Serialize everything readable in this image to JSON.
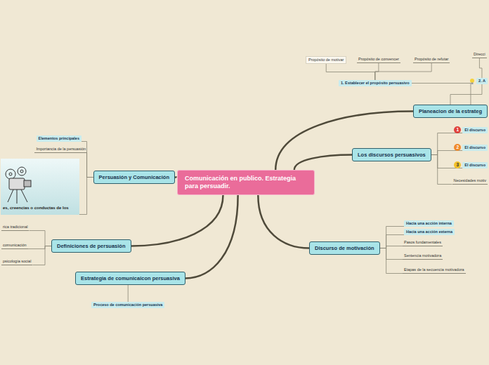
{
  "diagram": {
    "nodes": [
      {
        "text": [
          "Comunicación en publico. Estrategia para persuadir."
        ]
      },
      {
        "text": [
          "Persuasión y Comunicación"
        ]
      },
      {
        "text": [
          "Elementos principales"
        ]
      },
      {
        "text": [
          "Importancia de la persuasión"
        ]
      },
      {
        "text": [
          "es, creencias o conductas de los"
        ]
      },
      {
        "text": [
          "Definiciones de persuasión"
        ]
      },
      {
        "text": [
          "rica tradicional"
        ]
      },
      {
        "text": [
          "comunicación"
        ]
      },
      {
        "text": [
          "psicología social"
        ]
      },
      {
        "text": [
          "Estrategia de comunicaicon persuasiva"
        ]
      },
      {
        "text": [
          "Proceso de comunicación persuasiva"
        ]
      },
      {
        "text": [
          "Planeacion de la estrateg"
        ]
      },
      {
        "text": [
          "1. Establecer el propósito persuasivo"
        ]
      },
      {
        "text": [
          "Propósito de motivar"
        ]
      },
      {
        "text": [
          "Propósito de convencer"
        ]
      },
      {
        "text": [
          "Propósito de refutar"
        ]
      },
      {
        "text": [
          "2. A"
        ]
      },
      {
        "text": [
          "Direcci"
        ]
      },
      {
        "text": [
          "Los discursos persuasivos"
        ]
      },
      {
        "text": [
          "El discurso"
        ]
      },
      {
        "text": [
          "El discurso"
        ]
      },
      {
        "text": [
          "El discurso"
        ]
      },
      {
        "text": [
          "Necesidades motiv"
        ]
      },
      {
        "text": [
          "Discurso de motivación"
        ]
      },
      {
        "text": [
          "Hacia una acción interna"
        ]
      },
      {
        "text": [
          "Hacia una acción externa"
        ]
      },
      {
        "text": [
          "Pasos fundamentales"
        ]
      },
      {
        "text": [
          "Sentencia motivadora"
        ]
      },
      {
        "text": [
          "Etapas de la secuencia motivadora"
        ]
      }
    ],
    "edges": [
      {
        "from": 0,
        "to": 1,
        "arrow": "none"
      },
      {
        "from": 1,
        "to": 2,
        "arrow": "none"
      },
      {
        "from": 1,
        "to": 3,
        "arrow": "none"
      },
      {
        "from": 1,
        "to": 4,
        "arrow": "none"
      },
      {
        "from": 0,
        "to": 5,
        "arrow": "none"
      },
      {
        "from": 5,
        "to": 6,
        "arrow": "none"
      },
      {
        "from": 5,
        "to": 7,
        "arrow": "none"
      },
      {
        "from": 5,
        "to": 8,
        "arrow": "none"
      },
      {
        "from": 0,
        "to": 9,
        "arrow": "none"
      },
      {
        "from": 9,
        "to": 10,
        "arrow": "none"
      },
      {
        "from": 0,
        "to": 11,
        "arrow": "none"
      },
      {
        "from": 11,
        "to": 12,
        "arrow": "none"
      },
      {
        "from": 12,
        "to": 13,
        "arrow": "none"
      },
      {
        "from": 12,
        "to": 14,
        "arrow": "none"
      },
      {
        "from": 12,
        "to": 15,
        "arrow": "none"
      },
      {
        "from": 11,
        "to": 16,
        "arrow": "none"
      },
      {
        "from": 16,
        "to": 17,
        "arrow": "none"
      },
      {
        "from": 0,
        "to": 18,
        "arrow": "none"
      },
      {
        "from": 18,
        "to": 19,
        "arrow": "none"
      },
      {
        "from": 18,
        "to": 20,
        "arrow": "none"
      },
      {
        "from": 18,
        "to": 21,
        "arrow": "none"
      },
      {
        "from": 18,
        "to": 22,
        "arrow": "none"
      },
      {
        "from": 0,
        "to": 23,
        "arrow": "none"
      },
      {
        "from": 23,
        "to": 24,
        "arrow": "none"
      },
      {
        "from": 23,
        "to": 25,
        "arrow": "none"
      },
      {
        "from": 23,
        "to": 26,
        "arrow": "none"
      },
      {
        "from": 23,
        "to": 27,
        "arrow": "none"
      },
      {
        "from": 23,
        "to": 28,
        "arrow": "none"
      }
    ],
    "labels": [
      "1",
      "2",
      "3"
    ]
  }
}
